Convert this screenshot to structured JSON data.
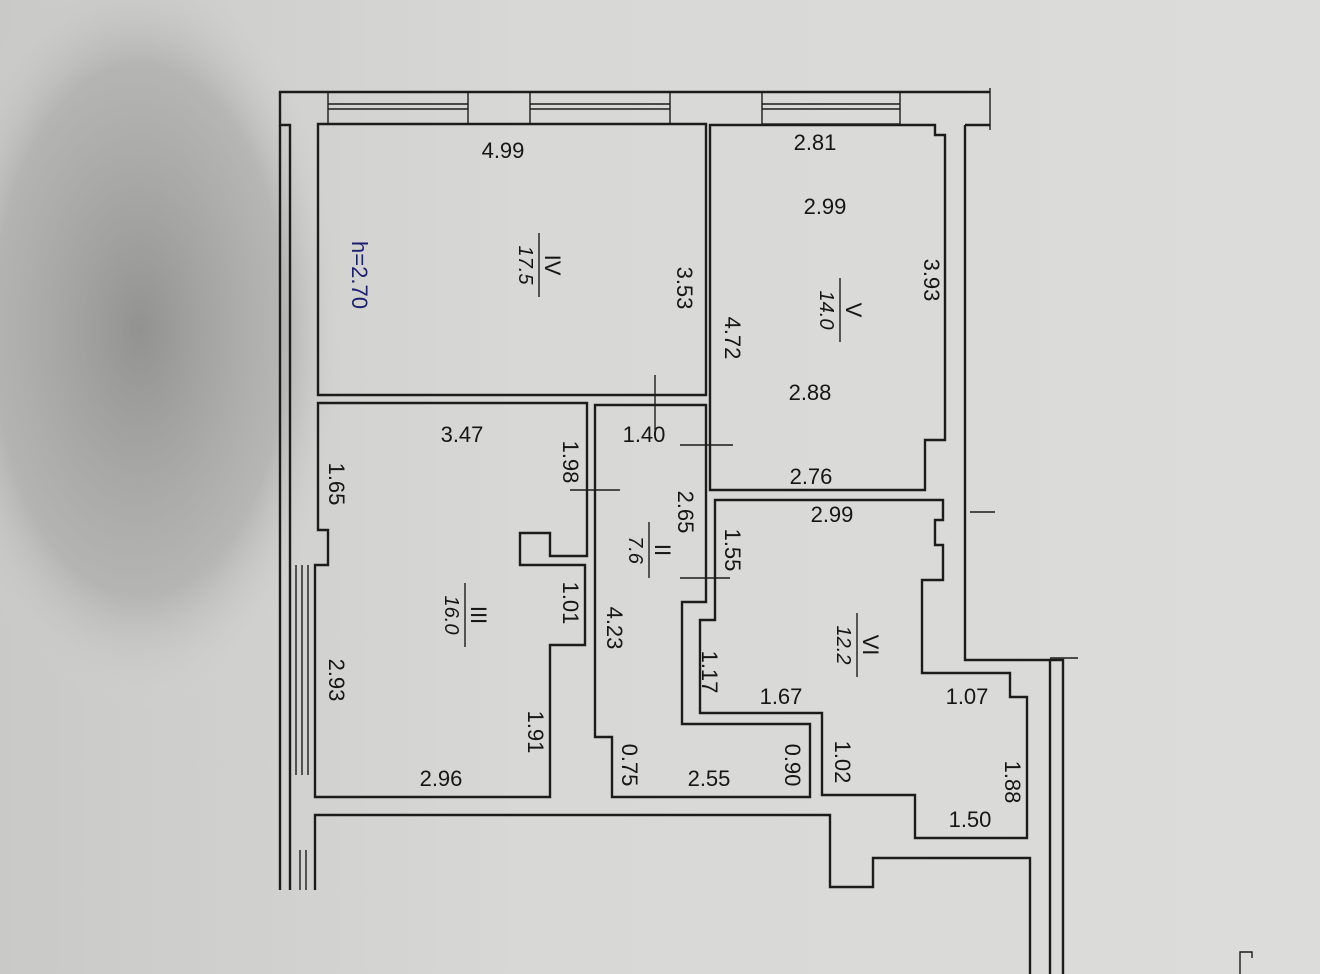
{
  "plan": {
    "ceiling_height": "h=2.70",
    "rooms": [
      {
        "number": "IV",
        "area": "17.5"
      },
      {
        "number": "V",
        "area": "14.0"
      },
      {
        "number": "III",
        "area": "16.0"
      },
      {
        "number": "II",
        "area": "7.6"
      },
      {
        "number": "VI",
        "area": "12.2"
      }
    ],
    "dimensions": [
      "4.99",
      "3.53",
      "2.81",
      "2.99",
      "3.93",
      "4.72",
      "2.88",
      "3.47",
      "1.40",
      "1.98",
      "1.65",
      "2.76",
      "2.65",
      "2.99",
      "1.55",
      "1.01",
      "4.23",
      "2.93",
      "1.17",
      "1.67",
      "1.07",
      "1.91",
      "0.75",
      "2.55",
      "0.90",
      "1.02",
      "1.88",
      "2.96",
      "1.50"
    ],
    "colors": {
      "paper": "#d6d6d4",
      "lines": "#1c1c1c",
      "height_text": "#1a1f6e"
    }
  }
}
